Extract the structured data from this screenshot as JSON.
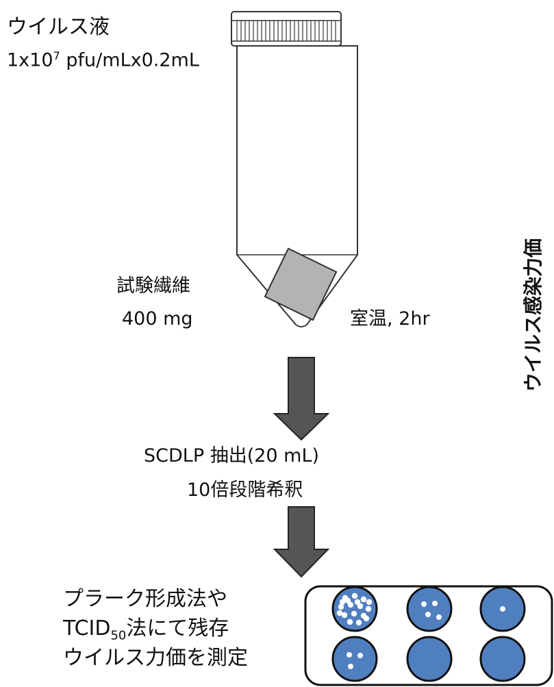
{
  "virus": {
    "label": "ウイルス液",
    "conc_pre": "1x10",
    "conc_exp": "7",
    "conc_post": " pfu/mLx0.2mL"
  },
  "fiber": {
    "label": "試験繊維",
    "mass": "400 mg"
  },
  "incubation": "室温, 2hr",
  "extraction": {
    "line1": "SCDLP 抽出(20 mL)",
    "line2": "10倍段階希釈"
  },
  "assay": {
    "line1": "プラーク形成法や",
    "line2_pre": "TCID",
    "line2_sub": "50",
    "line2_post": "法にて残存",
    "line3": "ウイルス力価を測定"
  },
  "side_label": "ウイルス感染力価",
  "colors": {
    "well_fill": "#4f7fbf",
    "arrow_fill": "#555555",
    "fiber_fill": "#b3b3b3"
  },
  "wells": [
    {
      "plaques": 18
    },
    {
      "plaques": 4
    },
    {
      "plaques": 1
    },
    {
      "plaques": 3
    },
    {
      "plaques": 0
    },
    {
      "plaques": 0
    }
  ]
}
